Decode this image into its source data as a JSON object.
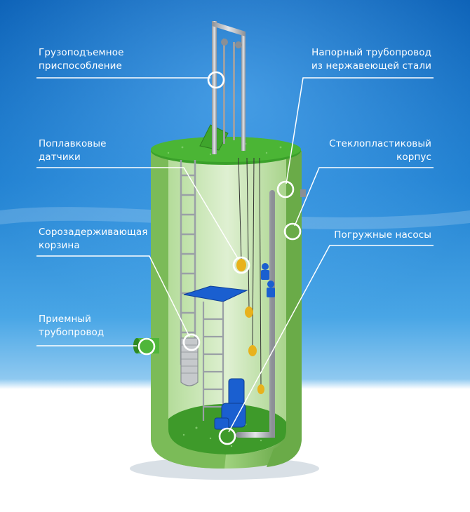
{
  "callouts": {
    "lifting_device": {
      "line1": "Грузоподъемное",
      "line2": "приспособление"
    },
    "float_sensors": {
      "line1": "Поплавковые",
      "line2": "датчики"
    },
    "debris_basket": {
      "line1": "Сорозадерживающая",
      "line2": "корзина"
    },
    "inlet_pipe": {
      "line1": "Приемный",
      "line2": "трубопровод"
    },
    "pressure_pipe": {
      "line1": "Напорный трубопровод",
      "line2": "из нержавеющей стали"
    },
    "fiberglass_body": {
      "line1": "Стеклопластиковый",
      "line2": "корпус"
    },
    "submersible_pumps": {
      "line1": "Погружные насосы"
    }
  },
  "colors": {
    "sky_top": "#0b63b8",
    "sky_mid": "#3a9be0",
    "floor": "#ffffff",
    "tank_green": "#7fc25a",
    "tank_interior": "#c9e6b6",
    "lid_green": "#3aa02a",
    "pump_blue": "#1a5fd0",
    "steel": "#b9bcc0",
    "callout_line": "#ffffff"
  }
}
